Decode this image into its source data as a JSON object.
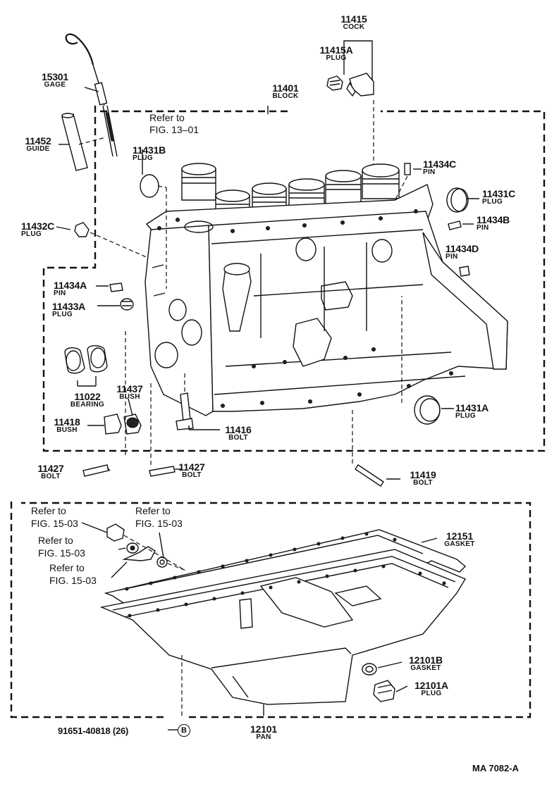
{
  "labels": {
    "p11415": {
      "num": "11415",
      "name": "COCK"
    },
    "p11415A": {
      "num": "11415A",
      "name": "PLUG"
    },
    "p15301": {
      "num": "15301",
      "name": "GAGE"
    },
    "p11401": {
      "num": "11401",
      "name": "BLOCK"
    },
    "refTop": {
      "line1": "Refer to",
      "line2": "FIG. 13–01"
    },
    "p11452": {
      "num": "11452",
      "name": "GUIDE"
    },
    "p11431B": {
      "num": "11431B",
      "name": "PLUG"
    },
    "p11434C": {
      "num": "11434C",
      "name": "PIN"
    },
    "p11431C": {
      "num": "11431C",
      "name": "PLUG"
    },
    "p11434B": {
      "num": "11434B",
      "name": "PIN"
    },
    "p11432C": {
      "num": "11432C",
      "name": "PLUG"
    },
    "p11434D": {
      "num": "11434D",
      "name": "PIN"
    },
    "p11434A": {
      "num": "11434A",
      "name": "PIN"
    },
    "p11433A": {
      "num": "11433A",
      "name": "PLUG"
    },
    "p11022": {
      "num": "11022",
      "name": "BEARING"
    },
    "p11437": {
      "num": "11437",
      "name": "BUSH"
    },
    "p11418": {
      "num": "11418",
      "name": "BUSH"
    },
    "p11416": {
      "num": "11416",
      "name": "BOLT"
    },
    "p11431A": {
      "num": "11431A",
      "name": "PLUG"
    },
    "p11427a": {
      "num": "11427",
      "name": "BOLT"
    },
    "p11427b": {
      "num": "11427",
      "name": "BOLT"
    },
    "p11419": {
      "num": "11419",
      "name": "BOLT"
    },
    "ref1503a": {
      "line1": "Refer to",
      "line2": "FIG. 15-03"
    },
    "ref1503b": {
      "line1": "Refer to",
      "line2": "FIG. 15-03"
    },
    "ref1503c": {
      "line1": "Refer to",
      "line2": "FIG. 15-03"
    },
    "ref1503d": {
      "line1": "Refer to",
      "line2": "FIG. 15-03"
    },
    "p12151": {
      "num": "12151",
      "name": "GASKET"
    },
    "p12101B": {
      "num": "12101B",
      "name": "GASKET"
    },
    "p12101A": {
      "num": "12101A",
      "name": "PLUG"
    },
    "p12101": {
      "num": "12101",
      "name": "PAN"
    },
    "p91651": {
      "num": "91651-40818 (26)",
      "marker": "B"
    }
  },
  "figure_code": "MA  7082-A"
}
